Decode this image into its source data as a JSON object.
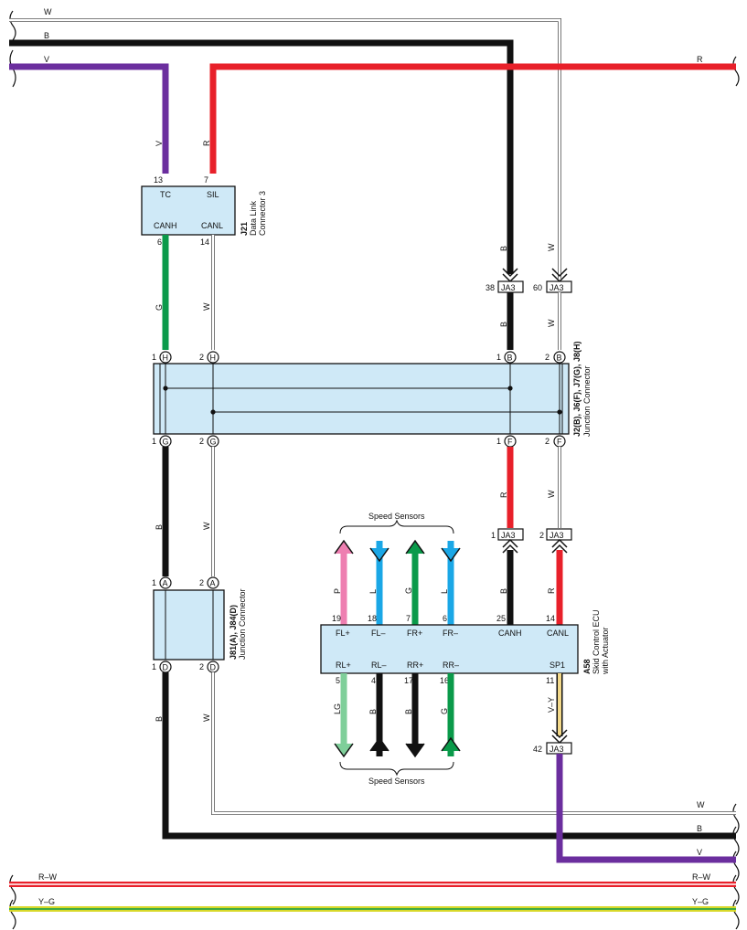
{
  "colors": {
    "W": "#ffffff",
    "B": "#111111",
    "V": "#6b2e9e",
    "R": "#e8202a",
    "G": "#0a9a4a",
    "P": "#ee7fb1",
    "L": "#1aa7e6",
    "LG": "#7fcf9a",
    "V-Y": "#f3d98a",
    "R-W-stripe": "#ffffff",
    "Y-G-stripe": "#d8d82a",
    "box_fill": "#cfe9f7"
  },
  "wire_labels": {
    "top_w": "W",
    "top_b": "B",
    "top_v": "V",
    "top_r": "R",
    "j21_v": "V",
    "j21_r": "R",
    "j21_g": "G",
    "j21_w": "W",
    "ja3_b_up": "B",
    "ja3_w_up": "W",
    "ja3_b_down": "B",
    "ja3_w_down": "W",
    "mid_b": "B",
    "mid_w": "W",
    "low_b": "B",
    "low_w": "W",
    "ecu_b": "B",
    "ecu_r": "R",
    "ecu_r_up": "R",
    "ecu_w_up": "W",
    "ecu_vy": "V–Y",
    "sensor_p": "P",
    "sensor_l1": "L",
    "sensor_g": "G",
    "sensor_l2": "L",
    "sensor_lg": "LG",
    "sensor_b1": "B",
    "sensor_b2": "B",
    "sensor_g2": "G",
    "bot_w": "W",
    "bot_b": "B",
    "bot_v": "V",
    "bot_rw_left": "R–W",
    "bot_rw_right": "R–W",
    "bot_yg_left": "Y–G",
    "bot_yg_right": "Y–G"
  },
  "j21": {
    "name": "J21",
    "desc1": "Data Link",
    "desc2": "Connector 3",
    "pins": {
      "tc": "13",
      "sil": "7",
      "canh": "6",
      "canl": "14"
    },
    "signals": {
      "tc": "TC",
      "sil": "SIL",
      "canh": "CANH",
      "canl": "CANL"
    }
  },
  "ja3": {
    "label": "JA3",
    "pins": {
      "b_top": "38",
      "w_top": "60",
      "b_low": "1",
      "w_low": "2",
      "v": "42"
    }
  },
  "jc_main": {
    "name": "J2(B), J6(F), J7(G), J8(H)",
    "desc": "Junction Connector",
    "top_pins": [
      {
        "num": "1",
        "letter": "H"
      },
      {
        "num": "2",
        "letter": "H"
      },
      {
        "num": "1",
        "letter": "B"
      },
      {
        "num": "2",
        "letter": "B"
      }
    ],
    "bottom_pins": [
      {
        "num": "1",
        "letter": "G"
      },
      {
        "num": "2",
        "letter": "G"
      },
      {
        "num": "1",
        "letter": "F"
      },
      {
        "num": "2",
        "letter": "F"
      }
    ]
  },
  "jc_small": {
    "name": "J81(A), J84(D)",
    "desc": "Junction Connector",
    "top_pins": [
      {
        "num": "1",
        "letter": "A"
      },
      {
        "num": "2",
        "letter": "A"
      }
    ],
    "bottom_pins": [
      {
        "num": "1",
        "letter": "D"
      },
      {
        "num": "2",
        "letter": "D"
      }
    ]
  },
  "a58": {
    "name": "A58",
    "desc1": "Skid Control ECU",
    "desc2": "with Actuator",
    "top_signals": [
      {
        "pin": "19",
        "sig": "FL+"
      },
      {
        "pin": "18",
        "sig": "FL–"
      },
      {
        "pin": "7",
        "sig": "FR+"
      },
      {
        "pin": "6",
        "sig": "FR–"
      },
      {
        "pin": "25",
        "sig": "CANH"
      },
      {
        "pin": "14",
        "sig": "CANL"
      }
    ],
    "bottom_signals": [
      {
        "pin": "5",
        "sig": "RL+"
      },
      {
        "pin": "4",
        "sig": "RL–"
      },
      {
        "pin": "17",
        "sig": "RR+"
      },
      {
        "pin": "16",
        "sig": "RR–"
      },
      {
        "pin": "11",
        "sig": "SP1"
      }
    ]
  },
  "speed_sensors_top": "Speed Sensors",
  "speed_sensors_bottom": "Speed Sensors"
}
